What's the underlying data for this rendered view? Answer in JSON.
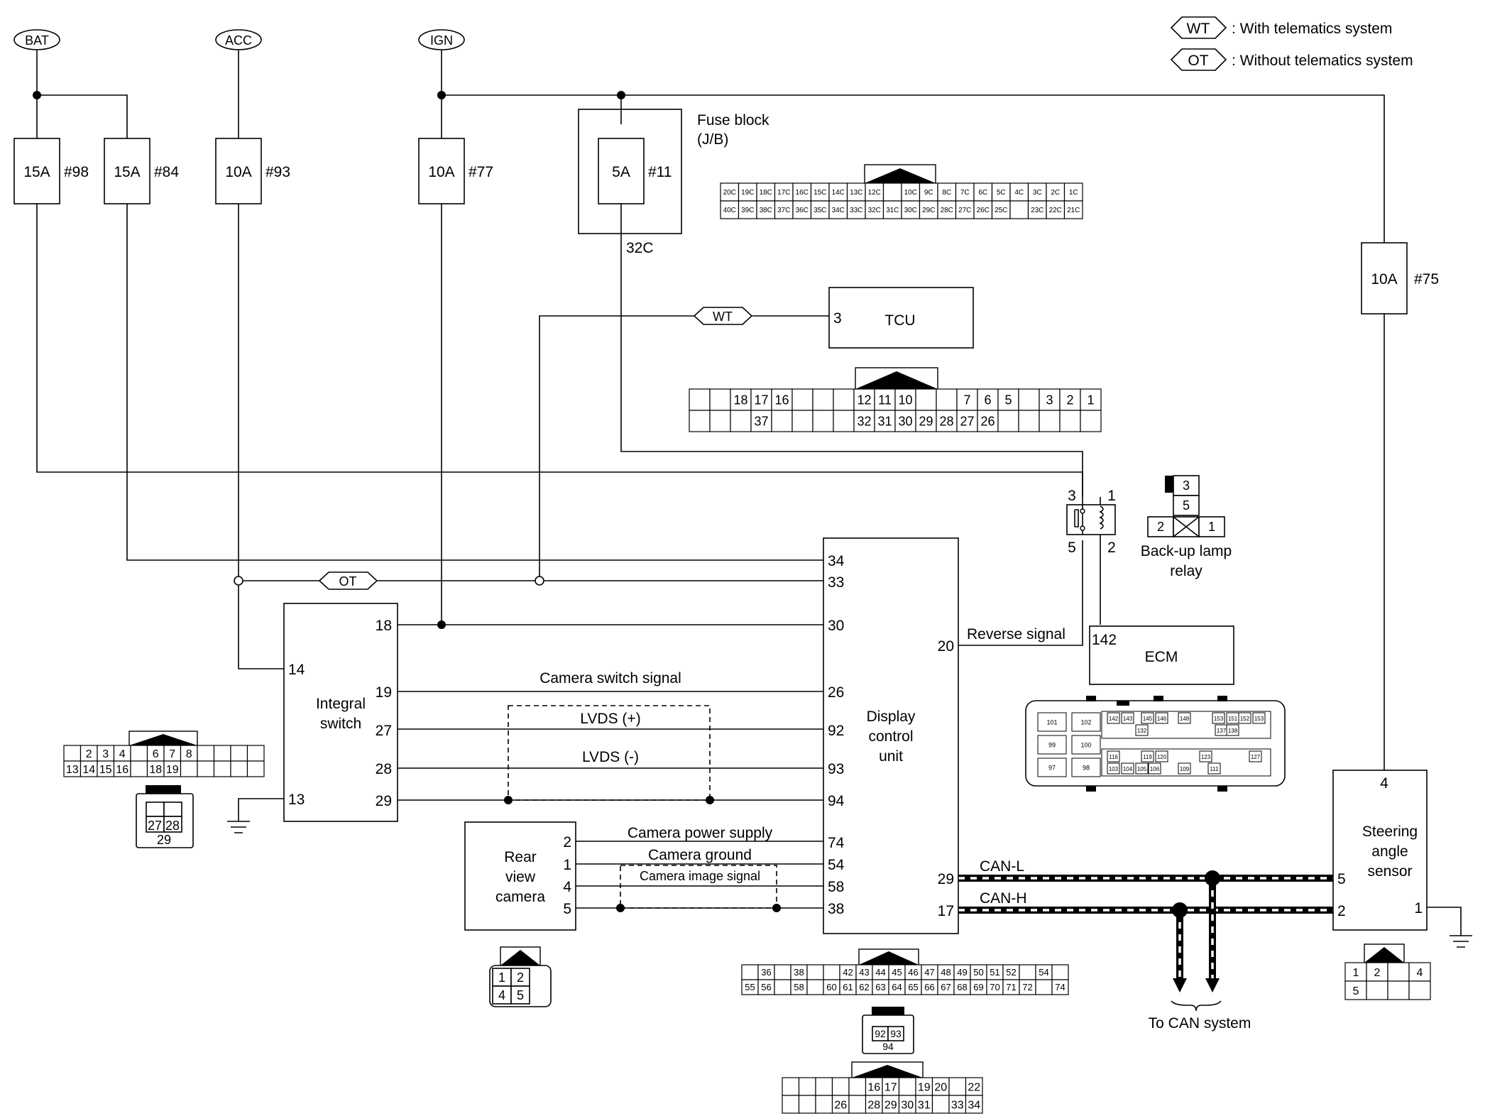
{
  "legend": {
    "wt_tag": "WT",
    "wt_text": ": With telematics system",
    "ot_tag": "OT",
    "ot_text": ": Without telematics system"
  },
  "power": {
    "bat": "BAT",
    "acc": "ACC",
    "ign": "IGN"
  },
  "fuses": {
    "f98_amp": "15A",
    "f98_no": "#98",
    "f84_amp": "15A",
    "f84_no": "#84",
    "f93_amp": "10A",
    "f93_no": "#93",
    "f77_amp": "10A",
    "f77_no": "#77",
    "f11_amp": "5A",
    "f11_no": "#11",
    "f75_amp": "10A",
    "f75_no": "#75"
  },
  "fuse_block": {
    "title": "Fuse block",
    "subtitle": "(J/B)",
    "pin": "32C"
  },
  "fuse_block_connector": {
    "row1": [
      "20C",
      "19C",
      "18C",
      "17C",
      "16C",
      "15C",
      "14C",
      "13C",
      "12C",
      "",
      "10C",
      "9C",
      "8C",
      "7C",
      "6C",
      "5C",
      "4C",
      "3C",
      "2C",
      "1C"
    ],
    "row2": [
      "40C",
      "39C",
      "38C",
      "37C",
      "36C",
      "35C",
      "34C",
      "33C",
      "32C",
      "31C",
      "30C",
      "29C",
      "28C",
      "27C",
      "26C",
      "25C",
      "",
      "23C",
      "22C",
      "21C"
    ]
  },
  "tcu": {
    "label": "TCU",
    "pin": "3",
    "wt_tag": "WT"
  },
  "tcu_connector": {
    "row1": [
      "",
      "",
      "18",
      "17",
      "16",
      "",
      "",
      "",
      "12",
      "11",
      "10",
      "",
      "",
      "7",
      "6",
      "5",
      "",
      "3",
      "2",
      "1"
    ],
    "row2": [
      "",
      "",
      "",
      "37",
      "",
      "",
      "",
      "",
      "32",
      "31",
      "30",
      "29",
      "28",
      "27",
      "26",
      "",
      "",
      "",
      "",
      ""
    ]
  },
  "reverse_relay": {
    "pin3": "3",
    "pin1": "1",
    "pin5": "5",
    "pin2": "2"
  },
  "backup_relay": {
    "label1": "Back-up lamp",
    "label2": "relay",
    "c3": "3",
    "c5": "5",
    "c2": "2",
    "c1": "1"
  },
  "ecm": {
    "label": "ECM",
    "pin": "142"
  },
  "ecm_connector": {
    "small": [
      "101",
      "102",
      "99",
      "100",
      "97",
      "98"
    ],
    "row1": [
      "142",
      "143",
      "145",
      "146",
      "148",
      "153",
      "151",
      "152",
      "153"
    ],
    "row1b": [
      "132",
      "137",
      "138"
    ],
    "row2": [
      "116",
      "119",
      "120",
      "123",
      "127"
    ],
    "row2b": [
      "103",
      "104",
      "105",
      "106",
      "109",
      "111"
    ]
  },
  "integral_switch": {
    "label1": "Integral",
    "label2": "switch",
    "pins": {
      "p18": "18",
      "p14": "14",
      "p19": "19",
      "p27": "27",
      "p28": "28",
      "p29": "29",
      "p13": "13"
    }
  },
  "integral_connector": {
    "row1": [
      "",
      "2",
      "3",
      "4",
      "",
      "6",
      "7",
      "8",
      "",
      "",
      "",
      ""
    ],
    "row2": [
      "13",
      "14",
      "15",
      "16",
      "",
      "18",
      "19",
      "",
      "",
      "",
      "",
      ""
    ],
    "sub": [
      "27",
      "28"
    ],
    "sub_bottom": "29"
  },
  "display_unit": {
    "label1": "Display",
    "label2": "control",
    "label3": "unit",
    "pins": {
      "p34": "34",
      "p33": "33",
      "p30": "30",
      "p26": "26",
      "p92": "92",
      "p93": "93",
      "p94": "94",
      "p74": "74",
      "p54": "54",
      "p58": "58",
      "p38": "38",
      "p20": "20",
      "p29": "29",
      "p17": "17"
    }
  },
  "signals": {
    "ot_tag": "OT",
    "camera_switch": "Camera switch signal",
    "lvds_pos": "LVDS (+)",
    "lvds_neg": "LVDS (-)",
    "reverse": "Reverse signal",
    "cam_power": "Camera power supply",
    "cam_ground": "Camera ground",
    "cam_image": "Camera image signal",
    "can_l": "CAN-L",
    "can_h": "CAN-H",
    "to_can": "To CAN system"
  },
  "camera": {
    "label1": "Rear",
    "label2": "view",
    "label3": "camera",
    "pins": {
      "p2": "2",
      "p1": "1",
      "p4": "4",
      "p5": "5"
    }
  },
  "camera_connector": {
    "cells": [
      "1",
      "2",
      "4",
      "5"
    ]
  },
  "display_connector_a": {
    "row1": [
      "",
      "36",
      "",
      "38",
      "",
      "",
      "42",
      "43",
      "44",
      "45",
      "46",
      "47",
      "48",
      "49",
      "50",
      "51",
      "52",
      "",
      "54"
    ],
    "row2": [
      "55",
      "56",
      "",
      "58",
      "",
      "60",
      "61",
      "62",
      "63",
      "64",
      "65",
      "66",
      "67",
      "68",
      "69",
      "70",
      "71",
      "72",
      "",
      "74"
    ]
  },
  "display_connector_b": {
    "cells": [
      "92",
      "93"
    ],
    "bottom": "94"
  },
  "display_connector_c": {
    "row1": [
      "",
      "",
      "",
      "",
      "",
      "16",
      "17",
      "",
      "19",
      "20",
      "",
      "22"
    ],
    "row2": [
      "",
      "",
      "",
      "26",
      "",
      "28",
      "29",
      "30",
      "31",
      "",
      "33",
      "34"
    ]
  },
  "steering": {
    "label1": "Steering",
    "label2": "angle",
    "label3": "sensor",
    "pins": {
      "p4": "4",
      "p5": "5",
      "p2": "2",
      "p1": "1"
    }
  },
  "steering_connector": {
    "row1": [
      "1",
      "2",
      "",
      "4"
    ],
    "row2": [
      "5",
      "",
      "",
      ""
    ]
  }
}
